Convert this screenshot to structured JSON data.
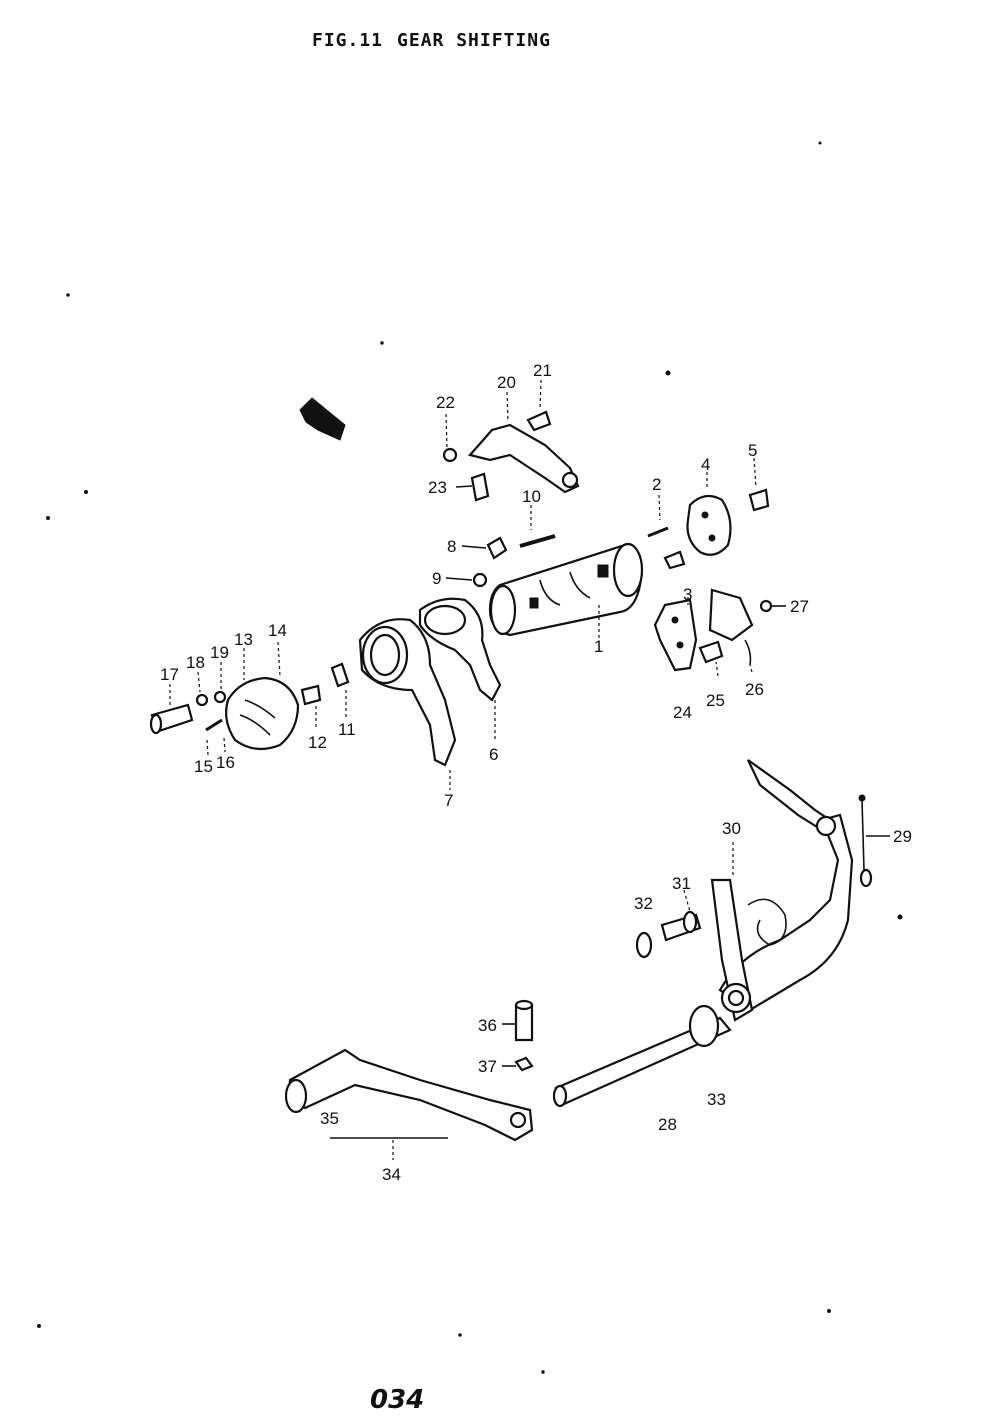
{
  "figure": {
    "number": "FIG.11",
    "title": "GEAR SHIFTING"
  },
  "page_number": "034",
  "callouts": [
    "1",
    "2",
    "3",
    "3",
    "4",
    "5",
    "6",
    "7",
    "8",
    "9",
    "10",
    "11",
    "12",
    "13",
    "14",
    "15",
    "16",
    "17",
    "18",
    "19",
    "20",
    "21",
    "22",
    "23",
    "24",
    "25",
    "26",
    "27",
    "28",
    "29",
    "30",
    "31",
    "32",
    "33",
    "34",
    "35",
    "36",
    "37"
  ],
  "icons": [
    "front-direction-arrow-icon"
  ]
}
